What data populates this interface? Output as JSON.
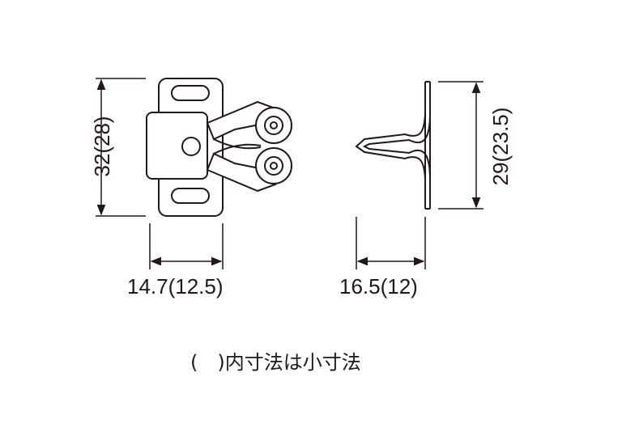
{
  "dimensions": {
    "left_height": "32(28)",
    "left_width": "14.7(12.5)",
    "right_height": "29(23.5)",
    "right_width": "16.5(12)"
  },
  "note": "(　)内寸法は小寸法",
  "colors": {
    "line": "#231815",
    "background": "#ffffff"
  }
}
